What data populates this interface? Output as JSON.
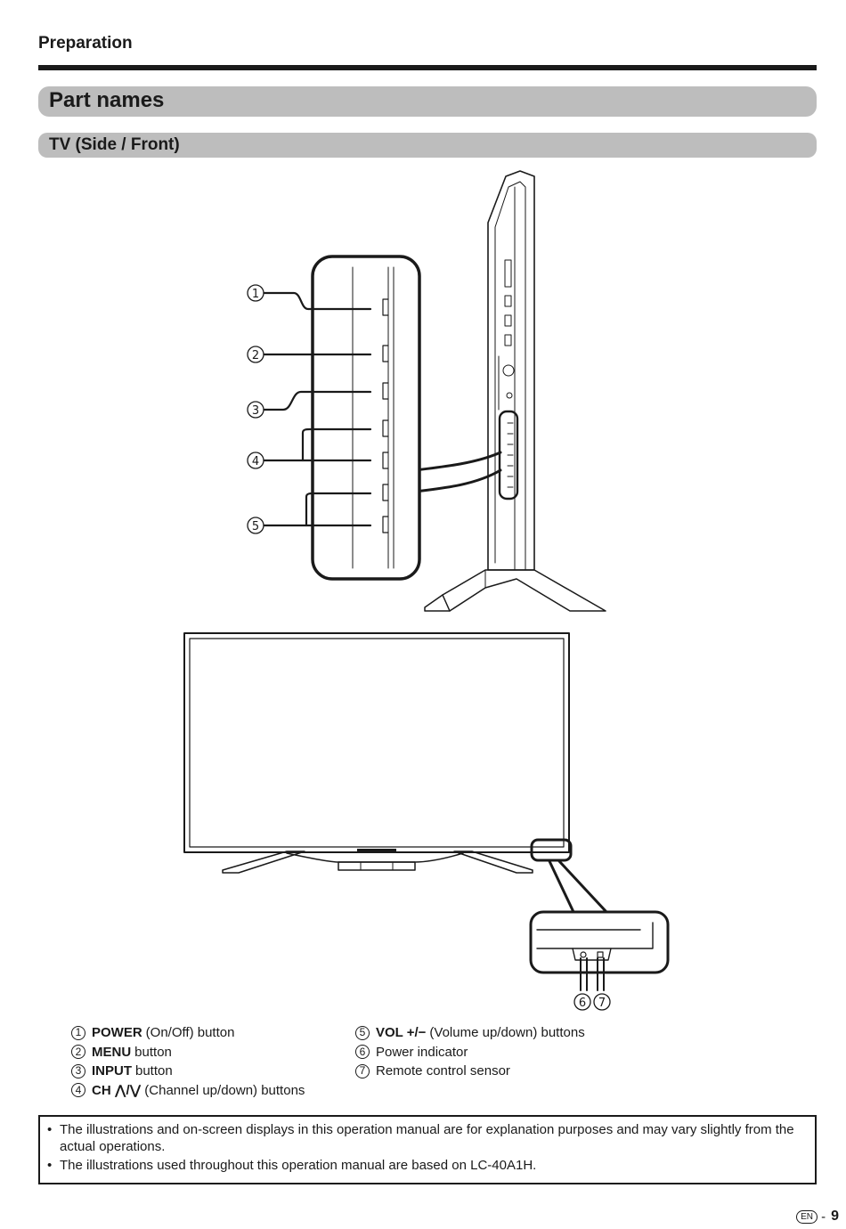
{
  "header": {
    "section": "Preparation"
  },
  "title": "Part names",
  "subtitle": "TV (Side / Front)",
  "callouts": [
    "1",
    "2",
    "3",
    "4",
    "5",
    "6",
    "7"
  ],
  "legend": {
    "left": [
      {
        "num": "1",
        "bold": "POWER",
        "text": "(On/Off) button"
      },
      {
        "num": "2",
        "bold": "MENU",
        "text": "button"
      },
      {
        "num": "3",
        "bold": "INPUT",
        "text": "button"
      },
      {
        "num": "4",
        "bold": "CH ⋀/⋁",
        "text": "(Channel up/down) buttons"
      }
    ],
    "right": [
      {
        "num": "5",
        "bold": "VOL +/−",
        "text": "(Volume up/down) buttons"
      },
      {
        "num": "6",
        "bold": "",
        "text": "Power  indicator"
      },
      {
        "num": "7",
        "bold": "",
        "text": "Remote control sensor"
      }
    ]
  },
  "notes": [
    "The illustrations and on-screen displays in this operation manual are for explanation purposes and may vary slightly from the actual operations.",
    "The illustrations used throughout this operation manual are based on LC-40A1H."
  ],
  "footer": {
    "lang": "EN",
    "separator": "-",
    "page": "9"
  },
  "colors": {
    "bar": "#bdbdbd",
    "ink": "#1a1a1a"
  },
  "icons": {
    "bullet": "•",
    "lang_badge": "en-badge-icon"
  }
}
